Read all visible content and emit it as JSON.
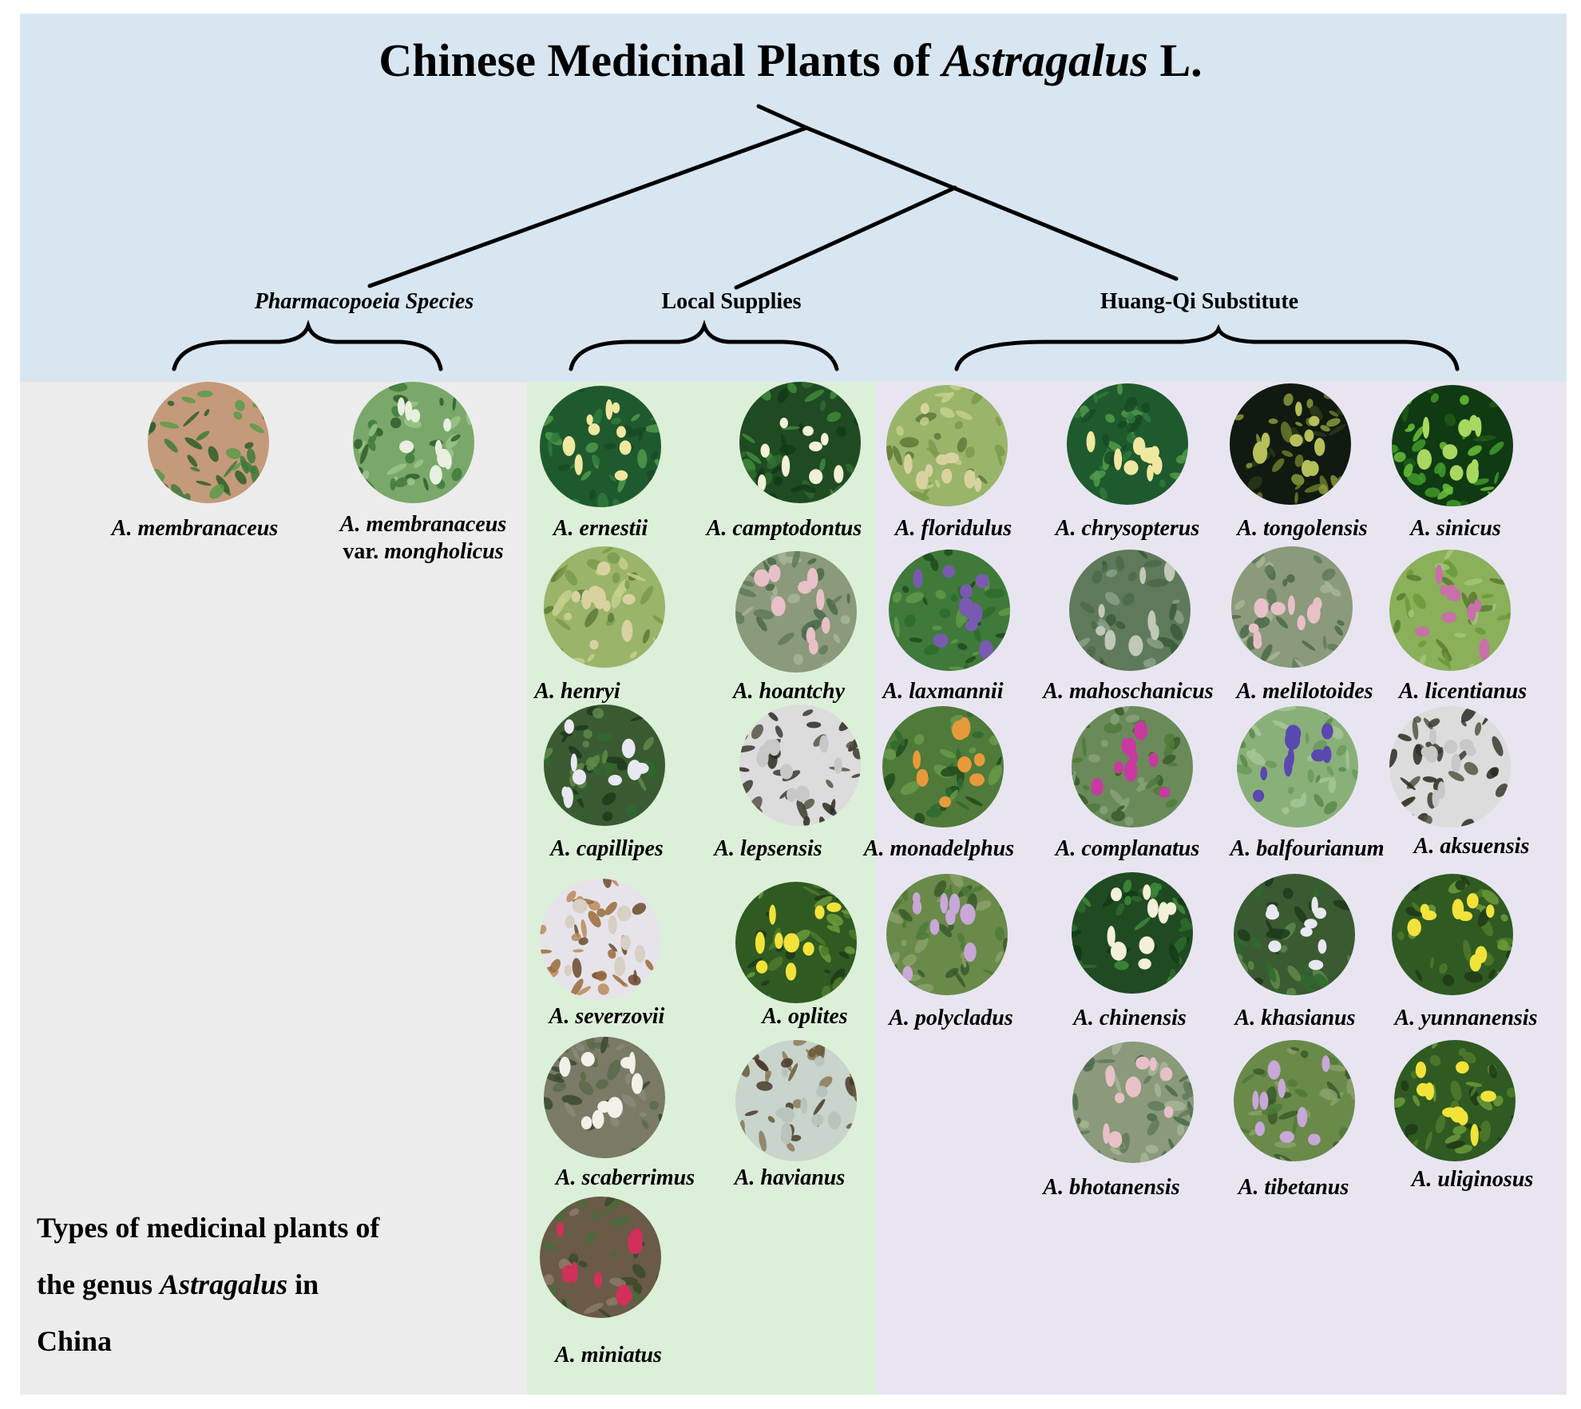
{
  "title": {
    "prefix": "Chinese Medicinal Plants of ",
    "genus": "Astragalus",
    "suffix": " L."
  },
  "categories": {
    "pharmacopoeia": "Pharmacopoeia Species",
    "local": "Local Supplies",
    "substitute": "Huang-Qi Substitute"
  },
  "caption": {
    "line1": "Types of medicinal plants of",
    "line2_prefix": "the genus ",
    "line2_genus": "Astragalus",
    "line2_suffix": " in",
    "line3": "China"
  },
  "pharmacopoeia_species": [
    {
      "name": "A. membranaceus"
    },
    {
      "name": "A. membranaceus",
      "var_label": "var. ",
      "var_name": "mongholicus"
    }
  ],
  "local_supplies": [
    "A. ernestii",
    "A. camptodontus",
    "A. henryi",
    "A. hoantchy",
    "A. capillipes",
    "A. lepsensis",
    "A. severzovii",
    "A. oplites",
    "A. scaberrimus",
    "A. havianus",
    "A. miniatus"
  ],
  "huangqi_substitutes": [
    "A. floridulus",
    "A. chrysopterus",
    "A. tongolensis",
    "A. sinicus",
    "A. laxmannii",
    "A. mahoschanicus",
    "A. melilotoides",
    "A. licentianus",
    "A. monadelphus",
    "A. complanatus",
    "A. balfourianum",
    "A. aksuensis",
    "A. polycladus",
    "A. chinensis",
    "A. khasianus",
    "A. yunnanensis",
    "A. bhotanensis",
    "A. tibetanus",
    "A. uliginosus"
  ],
  "colors": {
    "header_panel": "#d8e6f1",
    "pharmacopoeia_panel": "#ececec",
    "local_panel": "#dcefd9",
    "substitute_panel": "#e8e5f1"
  }
}
